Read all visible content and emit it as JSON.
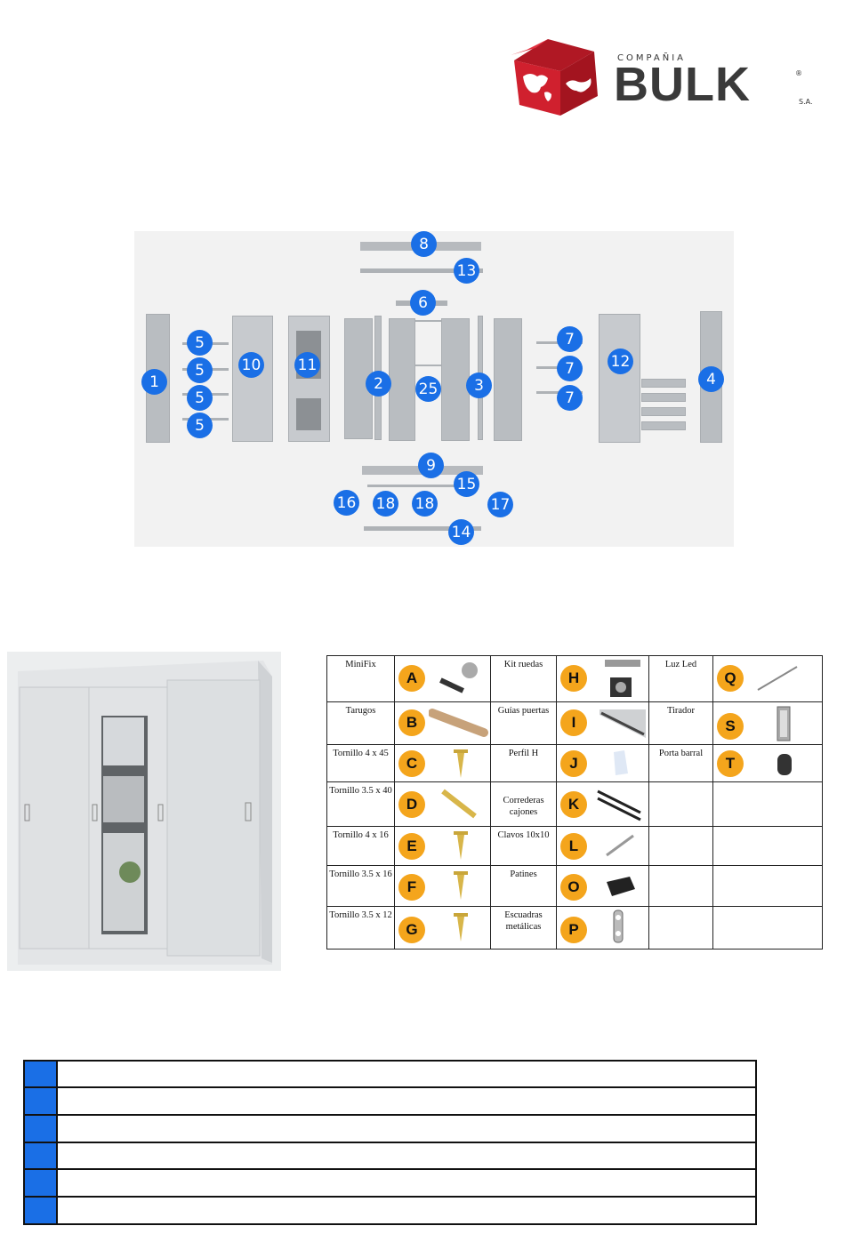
{
  "logo": {
    "top_text": "COMPAÑIA",
    "brand": "BULK",
    "registered": "®",
    "suffix": "S.A.",
    "red": "#d0202e",
    "gray": "#3a3a3a"
  },
  "diagram": {
    "badge_color": "#1a6fe6",
    "badges": [
      "8",
      "13",
      "6",
      "1",
      "5",
      "5",
      "5",
      "5",
      "10",
      "11",
      "2",
      "25",
      "3",
      "7",
      "7",
      "7",
      "12",
      "4",
      "9",
      "15",
      "16",
      "18",
      "18",
      "17",
      "14"
    ]
  },
  "parts_table": {
    "badge_color": "#f4a51c",
    "rows": [
      [
        {
          "label": "MiniFix",
          "letter": "A",
          "icon": "minifix-icon"
        },
        {
          "label": "Kit ruedas",
          "letter": "H",
          "icon": "wheel-kit-icon"
        },
        {
          "label": "Luz Led",
          "letter": "Q",
          "icon": "led-light-icon"
        }
      ],
      [
        {
          "label": "Tarugos",
          "letter": "B",
          "icon": "dowel-icon"
        },
        {
          "label": "Guías puertas",
          "letter": "I",
          "icon": "door-guide-icon"
        },
        {
          "label": "Tirador",
          "letter": "S",
          "icon": "handle-icon"
        }
      ],
      [
        {
          "label": "Tornillo 4 x 45",
          "letter": "C",
          "icon": "screw-icon"
        },
        {
          "label": "Perfil H",
          "letter": "J",
          "icon": "h-profile-icon"
        },
        {
          "label": "Porta barral",
          "letter": "T",
          "icon": "rod-holder-icon"
        }
      ],
      [
        {
          "label": "Tornillo 3.5 x 40",
          "letter": "D",
          "icon": "long-screw-icon"
        },
        {
          "label": "Correderas cajones",
          "letter": "K",
          "icon": "drawer-slide-icon"
        },
        {
          "label": "",
          "letter": "",
          "icon": ""
        }
      ],
      [
        {
          "label": "Tornillo 4 x 16",
          "letter": "E",
          "icon": "screw-icon"
        },
        {
          "label": "Clavos 10x10",
          "letter": "L",
          "icon": "nail-icon"
        },
        {
          "label": "",
          "letter": "",
          "icon": ""
        }
      ],
      [
        {
          "label": "Tornillo 3.5 x 16",
          "letter": "F",
          "icon": "screw-icon"
        },
        {
          "label": "Patines",
          "letter": "O",
          "icon": "glide-icon"
        },
        {
          "label": "",
          "letter": "",
          "icon": ""
        }
      ],
      [
        {
          "label": "Tornillo 3.5 x 12",
          "letter": "G",
          "icon": "screw-icon"
        },
        {
          "label": "Escuadras metálicas",
          "letter": "P",
          "icon": "metal-bracket-icon"
        },
        {
          "label": "",
          "letter": "",
          "icon": ""
        }
      ]
    ]
  },
  "checklist": {
    "rows": 6,
    "marker_color": "#1a6fe6"
  }
}
